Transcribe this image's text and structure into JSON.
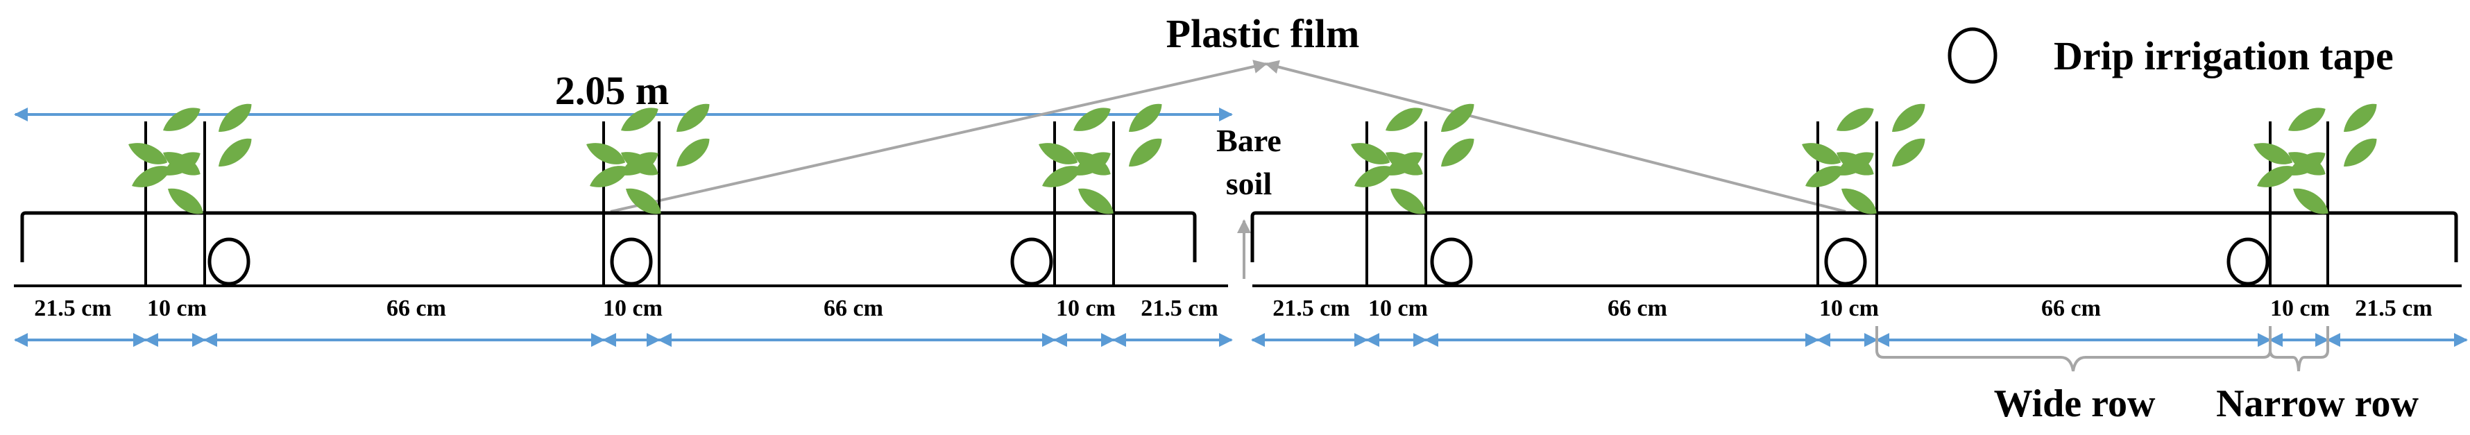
{
  "labels": {
    "plastic_film": "Plastic film",
    "drip_tape_legend": "Drip irrigation tape",
    "total_width": "2.05 m",
    "bare_soil_line1": "Bare",
    "bare_soil_line2": "soil",
    "wide_row": "Wide row",
    "narrow_row": "Narrow row"
  },
  "dimensions": {
    "left": [
      "21.5 cm",
      "10 cm",
      "66 cm",
      "10 cm",
      "66 cm",
      "10 cm",
      "21.5 cm"
    ],
    "right": [
      "21.5 cm",
      "10 cm",
      "66 cm",
      "10 cm",
      "66 cm",
      "10 cm",
      "21.5 cm"
    ]
  },
  "colors": {
    "dimension_arrow": "#5b9bd5",
    "pointer_line": "#a6a6a6",
    "leaf": "#70ad47",
    "outline": "#000000"
  }
}
